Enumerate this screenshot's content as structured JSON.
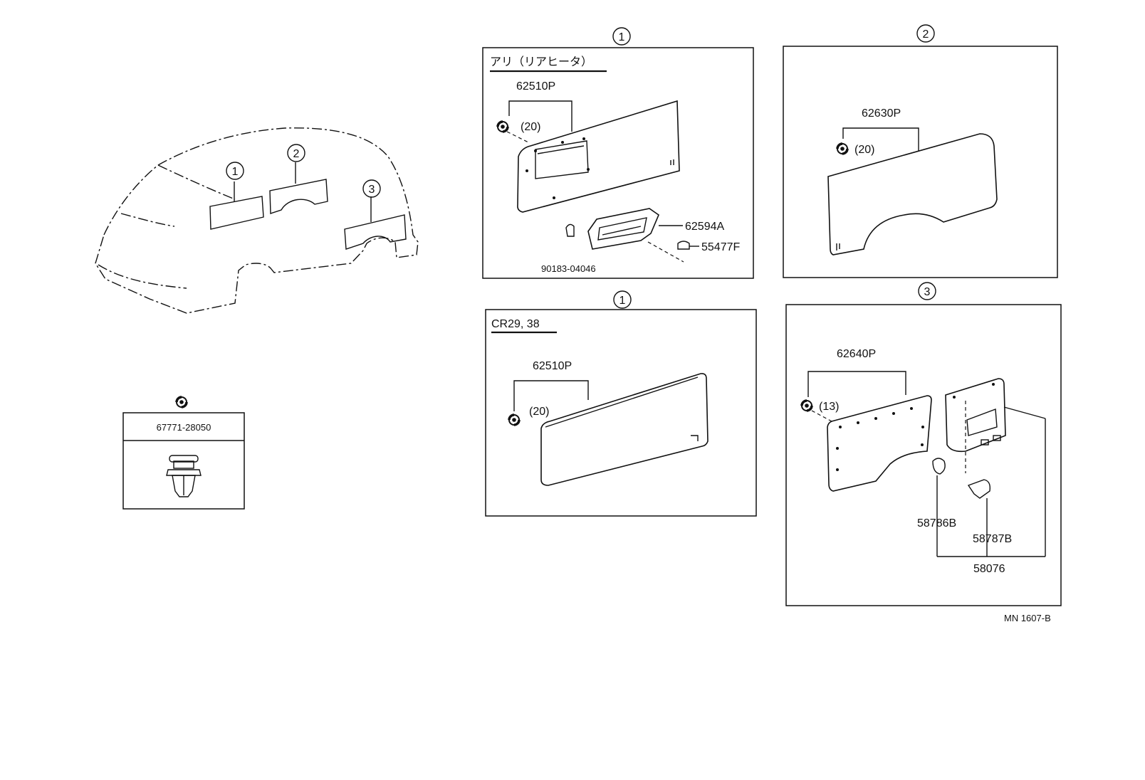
{
  "diagram_code": "MN 1607-B",
  "callouts": {
    "one": "1",
    "two": "2",
    "three": "3"
  },
  "clip_part": {
    "number": "67771-28050"
  },
  "panel_1a": {
    "condition": "アリ（リアヒータ）",
    "part_trim": "62510P",
    "clip_qty": "(20)",
    "part_grille": "62594A",
    "part_nut": "55477F",
    "part_screw": "90183-04046"
  },
  "panel_1b": {
    "condition": "CR29, 38",
    "part_trim": "62510P",
    "clip_qty": "(20)"
  },
  "panel_2": {
    "part_trim": "62630P",
    "clip_qty": "(20)"
  },
  "panel_3": {
    "part_trim": "62640P",
    "clip_qty": "(13)",
    "part_a": "58786B",
    "part_b": "58787B",
    "part_set": "58076"
  }
}
